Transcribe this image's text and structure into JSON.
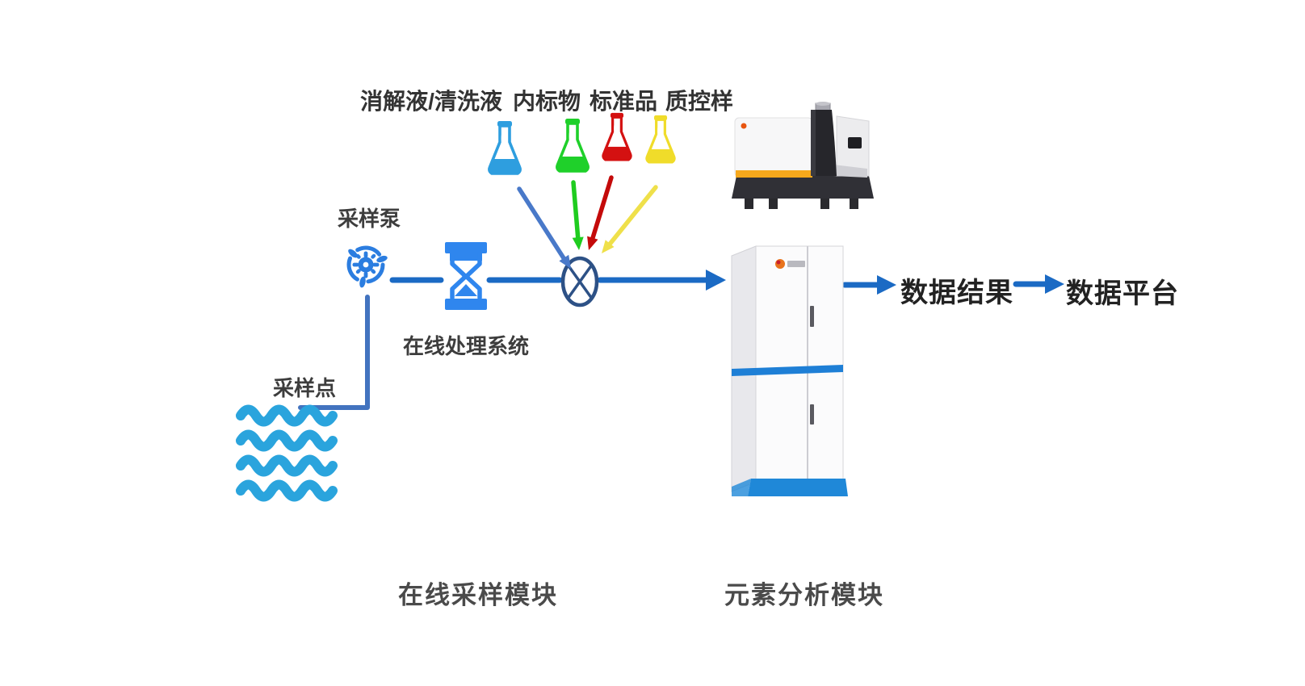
{
  "diagram_title": "",
  "reagents": [
    {
      "label": "消解液/清洗液",
      "color": "#2E9EDF",
      "arrow_color": "#4979C9"
    },
    {
      "label": "内标物",
      "color": "#1FD02A",
      "arrow_color": "#1FCC1F"
    },
    {
      "label": "标准品",
      "color": "#D41111",
      "arrow_color": "#C40A0A"
    },
    {
      "label": "质控样",
      "color": "#F0DC2A",
      "arrow_color": "#EFE04A"
    }
  ],
  "labels": {
    "sampling_pump": "采样泵",
    "online_processing": "在线处理系统",
    "sampling_point": "采样点",
    "data_result": "数据结果",
    "data_platform": "数据平台",
    "sampling_module": "在线采样模块",
    "analysis_module": "元素分析模块"
  },
  "colors": {
    "flow_line": "#1B6AC4",
    "connector": "#4273BF",
    "valve": "#2D5186",
    "wave": "#2AA4DD",
    "pump_icon": "#2B7DE0",
    "hourglass_icon": "#2F86EE",
    "cabinet_stripe": "#1E7FD6",
    "cabinet_base": "#1F88D8",
    "instrument_accent": "#F6A81C"
  }
}
